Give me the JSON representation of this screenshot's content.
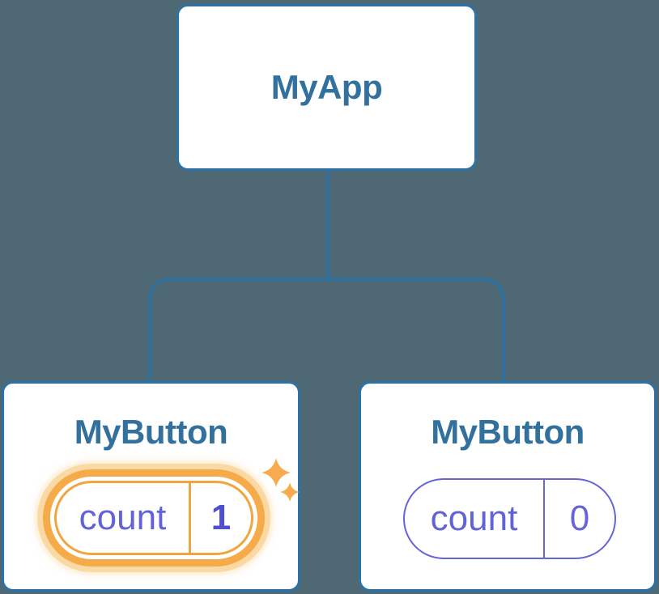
{
  "colors": {
    "background": "#4e6973",
    "node_fill": "#ffffff",
    "node_border": "#2d72a7",
    "node_label": "#32709e",
    "connector": "#2d72a7",
    "state_key": "#6363d8",
    "state_pill_border": "#6565d8",
    "state_value_highlight": "#4f4fd1",
    "highlight_ring": "#f6ab4b",
    "highlight_glow": "#fbd9a4",
    "sparkle": "#f7ab4e"
  },
  "tree": {
    "root": {
      "label": "MyApp"
    },
    "children": [
      {
        "label": "MyButton",
        "highlighted": true,
        "icon": "sparkles-icon",
        "state": {
          "key": "count",
          "value": "1"
        }
      },
      {
        "label": "MyButton",
        "highlighted": false,
        "state": {
          "key": "count",
          "value": "0"
        }
      }
    ]
  }
}
